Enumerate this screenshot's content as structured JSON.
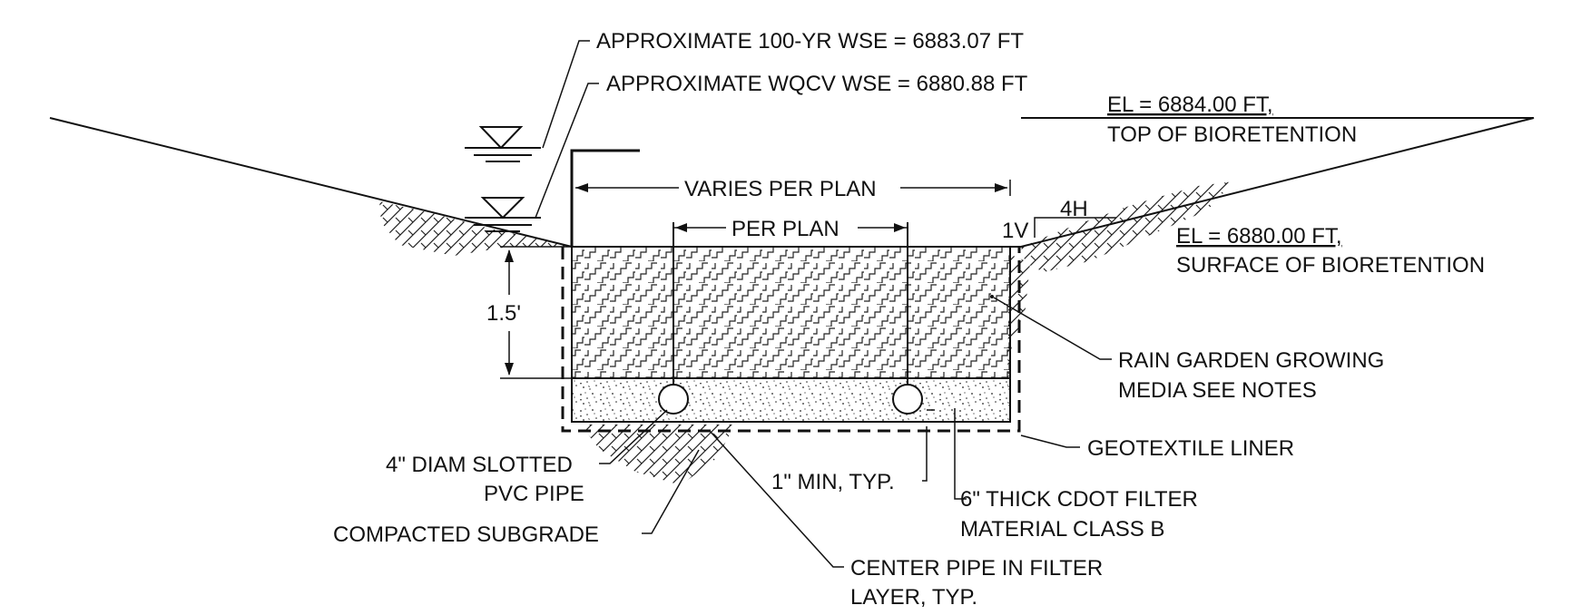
{
  "labels": {
    "wse_100yr": "APPROXIMATE 100-YR WSE = 6883.07 FT",
    "wse_wqcv": "APPROXIMATE WQCV WSE = 6880.88 FT",
    "el_top_line1": "EL = 6884.00 FT,",
    "el_top_line2": "TOP OF BIORETENTION",
    "varies_per_plan": "VARIES PER PLAN",
    "per_plan": "PER PLAN",
    "slope_v": "1V",
    "slope_h": "4H",
    "el_surface_line1": "EL = 6880.00 FT,",
    "el_surface_line2": "SURFACE OF BIORETENTION",
    "depth": "1.5'",
    "growing_media_line1": "RAIN GARDEN GROWING",
    "growing_media_line2": "MEDIA SEE NOTES",
    "geotextile": "GEOTEXTILE LINER",
    "pipe_line1": "4\" DIAM SLOTTED",
    "pipe_line2": "PVC PIPE",
    "min_typ": "1\" MIN, TYP.",
    "filter_line1": "6\" THICK CDOT FILTER",
    "filter_line2": "MATERIAL CLASS B",
    "subgrade": "COMPACTED SUBGRADE",
    "center_pipe_line1": "CENTER PIPE IN FILTER",
    "center_pipe_line2": "LAYER, TYP."
  },
  "colors": {
    "line": "#111111",
    "background": "#ffffff"
  }
}
